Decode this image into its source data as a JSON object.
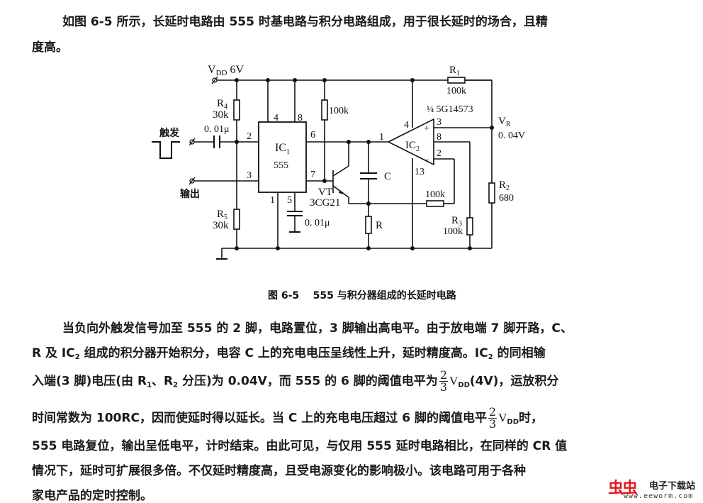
{
  "intro": {
    "line1": "如图 6-5 所示，长延时电路由 555 时基电路与积分电路组成，用于很长延时的场合，且精",
    "line2": "度高。"
  },
  "circuit": {
    "supply_label": "V",
    "supply_sub": "DD",
    "supply_value": "6V",
    "trigger_label": "触发",
    "output_label": "输出",
    "r4_name": "R",
    "r4_sub": "4",
    "r4_value": "30k",
    "r5_name": "R",
    "r5_sub": "5",
    "r5_value": "30k",
    "c_in_value": "0. 01μ",
    "c5_value": "0. 01μ",
    "ic1_name": "IC",
    "ic1_sub": "1",
    "ic1_type": "555",
    "ic1_pins": {
      "p4": "4",
      "p8": "8",
      "p2": "2",
      "p3": "3",
      "p6": "6",
      "p7": "7",
      "p1": "1",
      "p5": "5"
    },
    "r_pullup_value": "100k",
    "vt_name": "VT",
    "vt_type": "3CG21",
    "c_name": "C",
    "r_name": "R",
    "ic2_name": "IC",
    "ic2_sub": "2",
    "ic2_part": "5G14573",
    "ic2_fraction": "¼",
    "ic2_pins": {
      "p1": "1",
      "p3": "3",
      "p8": "8",
      "p2": "2",
      "p4": "4",
      "p13": "13"
    },
    "ic2_plus": "+",
    "ic2_minus": "−",
    "r1_name": "R",
    "r1_sub": "1",
    "r1_value": "100k",
    "r_fb_value": "100k",
    "r2_name": "R",
    "r2_sub": "2",
    "r2_value": "680",
    "r3_name": "R",
    "r3_sub": "3",
    "r3_value": "100k",
    "vr_name": "V",
    "vr_sub": "R",
    "vr_value": "0. 04V"
  },
  "caption": {
    "figure": "图 6-5",
    "title": "555 与积分器组成的长延时电路"
  },
  "body": {
    "l1": "当负向外触发信号加至 555 的 2 脚，电路置位，3 脚输出高电平。由于放电端 7 脚开路，C、",
    "l2a": "R 及 IC",
    "l2sub": "2",
    "l2b": " 组成的积分器开始积分，电容 C 上的充电电压呈线性上升，延时精度高。IC",
    "l2sub2": "2",
    "l2c": " 的同相输",
    "l3a": "入端(3 脚)电压(由 R",
    "l3sub1": "1",
    "l3b": "、R",
    "l3sub2": "2",
    "l3c": " 分压)为 0.04V，而 555 的 6 脚的阈值电平为",
    "l3frac_num": "2",
    "l3frac_den": "3",
    "l3d": "V",
    "l3sub3": "DD",
    "l3e": "(4V)，运放积分",
    "l4a": "时间常数为 100RC，因而使延时得以延长。当 C 上的充电电压超过 6 脚的阈值电平",
    "l4frac_num": "2",
    "l4frac_den": "3",
    "l4b": "V",
    "l4sub": "DD",
    "l4c": "时，",
    "l5": "555 电路复位，输出呈低电平，计时结束。由此可见，与仅用 555 延时电路相比，在同样的 CR 值",
    "l6": "情况下，延时可扩展很多倍。不仅延时精度高，且受电源变化的影响极小。该电路可用于各种",
    "l7": "家电产品的定时控制。"
  },
  "watermark": {
    "logo": "虫虫",
    "site": "电子下载站",
    "url": "www.eeworm.com",
    "logo_color": "#e8141c"
  }
}
